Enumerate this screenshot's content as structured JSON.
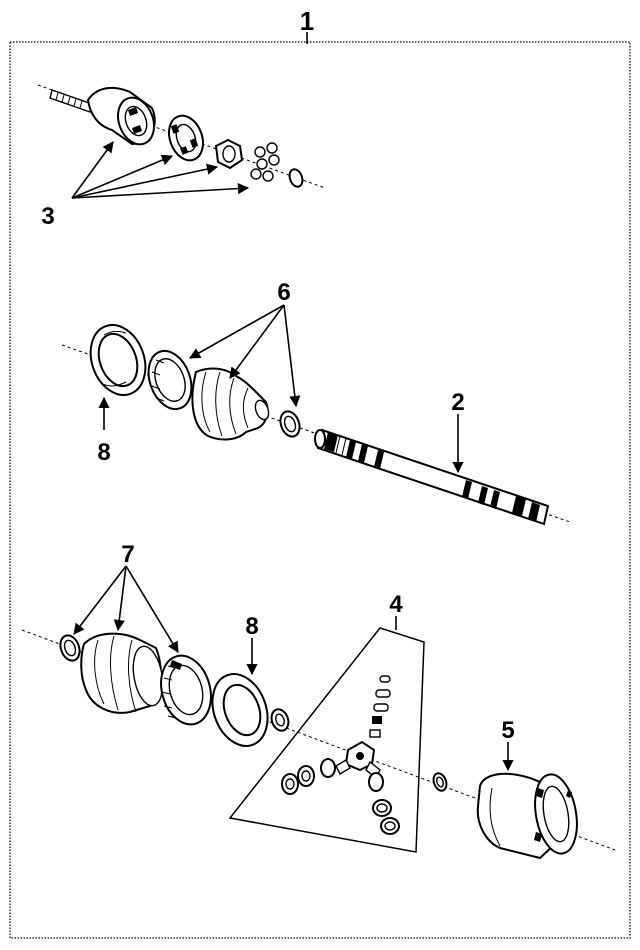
{
  "diagram": {
    "callouts": [
      {
        "id": "c1",
        "label": "1"
      },
      {
        "id": "c3",
        "label": "3"
      },
      {
        "id": "c6",
        "label": "6"
      },
      {
        "id": "c8a",
        "label": "8"
      },
      {
        "id": "c2",
        "label": "2"
      },
      {
        "id": "c7",
        "label": "7"
      },
      {
        "id": "c4",
        "label": "4"
      },
      {
        "id": "c8b",
        "label": "8"
      },
      {
        "id": "c5",
        "label": "5"
      }
    ]
  }
}
